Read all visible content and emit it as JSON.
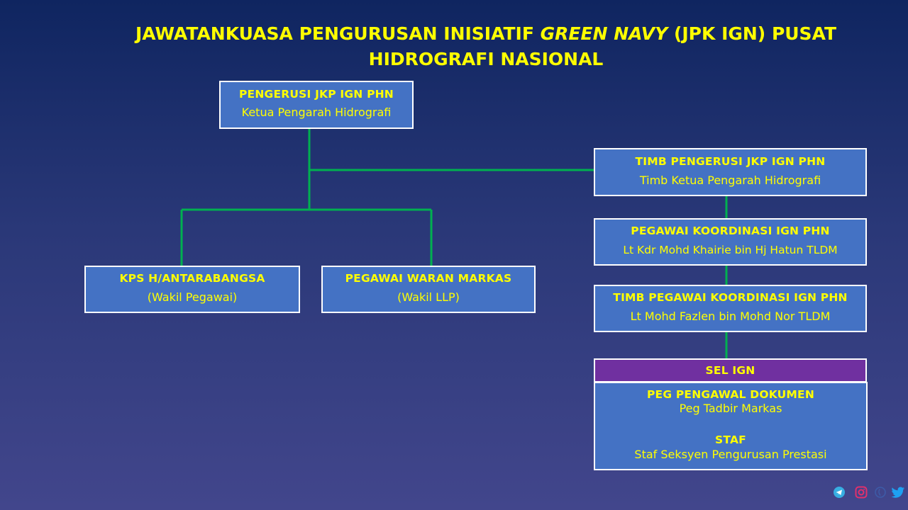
{
  "title": {
    "line1_part1": "JAWATANKUASA PENGURUSAN INISIATIF ",
    "line1_italic": "GREEN NAVY",
    "line1_part2": " (JPK IGN) PUSAT",
    "line2": "HIDROGRAFI NASIONAL"
  },
  "boxes": {
    "pengerusi": {
      "title": "PENGERUSI JKP IGN PHN",
      "subtitle": "Ketua Pengarah Hidrografi"
    },
    "timb_pengerusi": {
      "title": "TIMB PENGERUSI JKP IGN PHN",
      "subtitle": "Timb Ketua Pengarah Hidrografi"
    },
    "pegawai_koordinasi": {
      "title": "PEGAWAI KOORDINASI IGN PHN",
      "subtitle": "Lt Kdr Mohd Khairie bin Hj Hatun TLDM"
    },
    "timb_pegawai_koordinasi": {
      "title": "TIMB PEGAWAI KOORDINASI IGN PHN",
      "subtitle": "Lt Mohd Fazlen bin Mohd Nor TLDM"
    },
    "kps": {
      "title": "KPS H/ANTARABANGSA",
      "subtitle": "(Wakil Pegawai)"
    },
    "waran": {
      "title": "PEGAWAI WARAN MARKAS",
      "subtitle": "(Wakil LLP)"
    },
    "sel_ign": {
      "title": "SEL IGN"
    },
    "sel_members": {
      "title1": "PEG PENGAWAL DOKUMEN",
      "subtitle1": "Peg Tadbir Markas",
      "title2": "STAF",
      "subtitle2": "Staf Seksyen Pengurusan Prestasi"
    }
  },
  "colors": {
    "box_fill": "#4472c4",
    "sel_fill": "#7030a0",
    "text": "#ffff00",
    "connector": "#00b050"
  },
  "icons": [
    "telegram-icon",
    "instagram-icon",
    "globe-icon",
    "twitter-icon"
  ]
}
